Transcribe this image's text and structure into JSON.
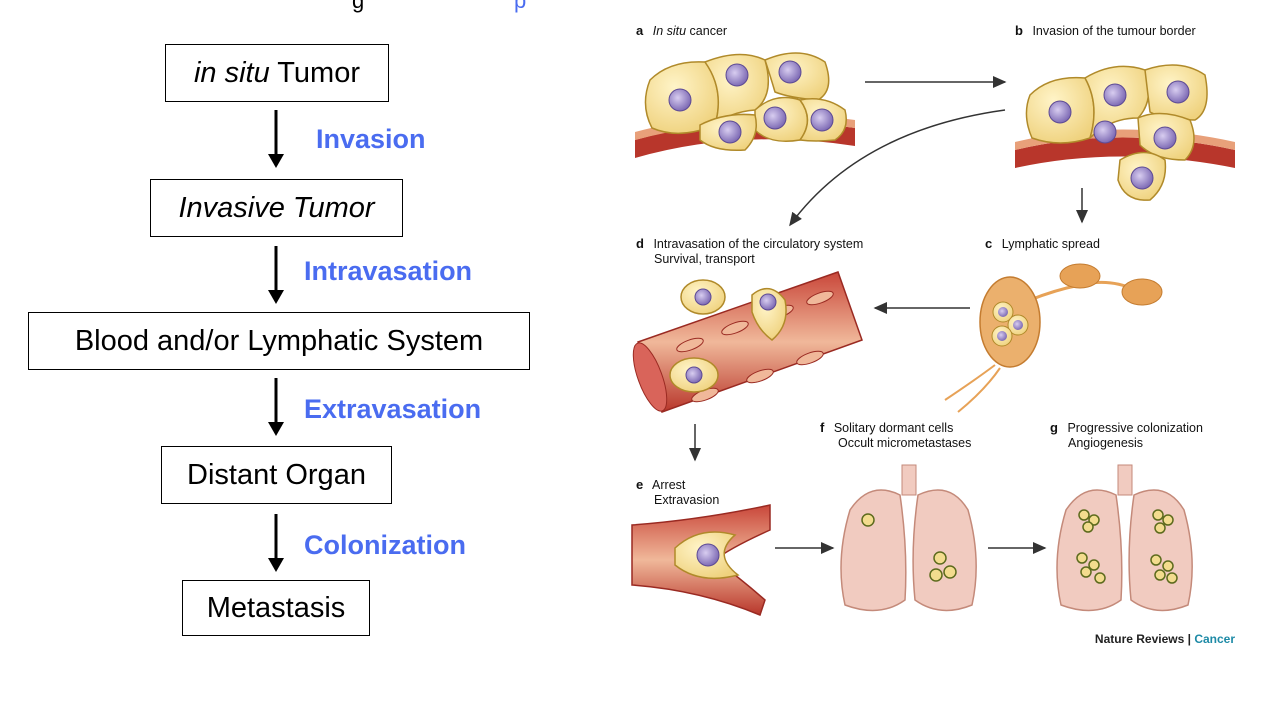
{
  "top_caption": {
    "left": "g",
    "right": "p"
  },
  "flow": {
    "steps": [
      {
        "prefix_italic": "in situ",
        "rest": " Tumor"
      },
      {
        "prefix_italic": "Invasive Tumor",
        "rest": ""
      },
      {
        "prefix_italic": "",
        "rest": "Blood and/or Lymphatic System"
      },
      {
        "prefix_italic": "",
        "rest": "Distant Organ"
      },
      {
        "prefix_italic": "",
        "rest": "Metastasis"
      }
    ],
    "transitions": [
      "Invasion",
      "Intravasation",
      "Extravasation",
      "Colonization"
    ],
    "label_color": "#4a6cf0"
  },
  "figure": {
    "panels": {
      "a": {
        "letter": "a",
        "title_italic": "In situ",
        "title_rest": " cancer"
      },
      "b": {
        "letter": "b",
        "title": "Invasion of the tumour border"
      },
      "c": {
        "letter": "c",
        "title": "Lymphatic spread"
      },
      "d": {
        "letter": "d",
        "line1": "Intravasation of the circulatory system",
        "line2": "Survival, transport"
      },
      "e": {
        "letter": "e",
        "line1": "Arrest",
        "line2": "Extravasion"
      },
      "f": {
        "letter": "f",
        "line1": "Solitary dormant cells",
        "line2": "Occult micrometastases"
      },
      "g": {
        "letter": "g",
        "line1": "Progressive colonization",
        "line2": "Angiogenesis"
      }
    },
    "credit": {
      "journal": "Nature Reviews",
      "separator": " | ",
      "section": "Cancer"
    },
    "colors": {
      "cell_fill": "#f3dc8e",
      "cell_stroke": "#b08a2a",
      "nucleus": "#9c8ac9",
      "vessel": "#b8362b",
      "vessel_light": "#e8a07a",
      "lung": "#f1cbc0",
      "lymph": "#e7a257"
    }
  }
}
